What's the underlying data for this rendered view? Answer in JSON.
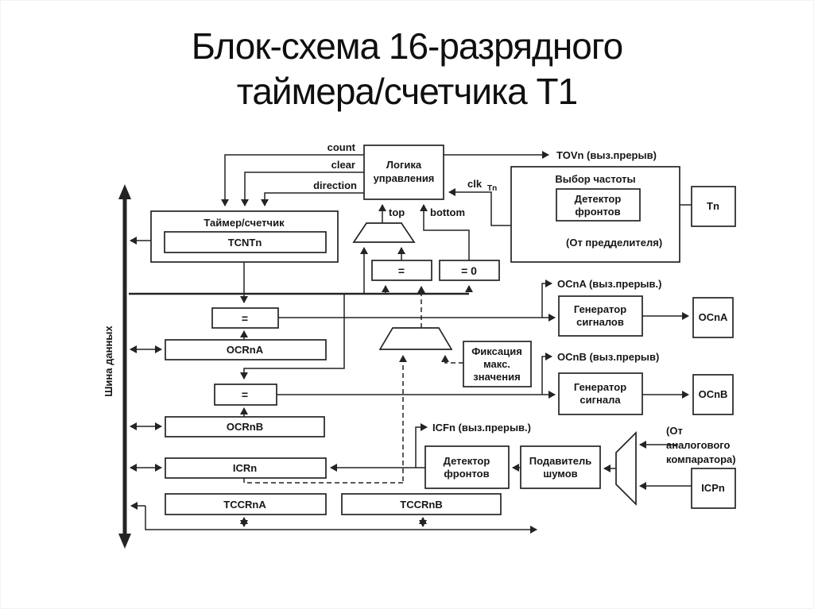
{
  "title": {
    "line1": "Блок-схема 16-разрядного",
    "line2": "таймера/счетчика Т1"
  },
  "bus": {
    "label": "Шина данных"
  },
  "blocks": {
    "timer_counter": "Таймер/счетчик",
    "tcnt": "TCNTn",
    "control_logic": {
      "l1": "Логика",
      "l2": "управления"
    },
    "freq_select": "Выбор частоты",
    "edge_det_top": {
      "l1": "Детектор",
      "l2": "фронтов"
    },
    "tn": "Tn",
    "eq_top": "=",
    "eq_zero": "= 0",
    "eq_a": "=",
    "ocrna": "OCRnA",
    "eq_b": "=",
    "ocrnb": "OCRnB",
    "icrn": "ICRn",
    "tccrna": "TCCRnA",
    "tccrnb": "TCCRnB",
    "fix_max": {
      "l1": "Фиксация",
      "l2": "макс.",
      "l3": "значения"
    },
    "wavegen_a": {
      "l1": "Генератор",
      "l2": "сигналов"
    },
    "ocna": "OCnA",
    "wavegen_b": {
      "l1": "Генератор",
      "l2": "сигнала"
    },
    "ocnb": "OCnB",
    "edge_det_bottom": {
      "l1": "Детектор",
      "l2": "фронтов"
    },
    "noise_canceler": {
      "l1": "Подавитель",
      "l2": "шумов"
    },
    "icpn": "ICPn"
  },
  "signals": {
    "count": "count",
    "clear": "clear",
    "direction": "direction",
    "top": "top",
    "bottom": "bottom",
    "clk": "clk",
    "clk_sub": "Tn",
    "tov_irq": "TOVn (выз.прерыв)",
    "from_prescaler": "(От предделителя)",
    "ocna_irq": "OCnA (выз.прерыв.)",
    "ocnb_irq": "OCnB (выз.прерыв)",
    "icf_irq": "ICFn (выз.прерыв.)",
    "from_comparator": {
      "l1": "(От",
      "l2": "аналогового",
      "l3": "компаратора)"
    }
  },
  "colors": {
    "ink": "#242424",
    "text": "#161616",
    "background": "#ffffff"
  }
}
